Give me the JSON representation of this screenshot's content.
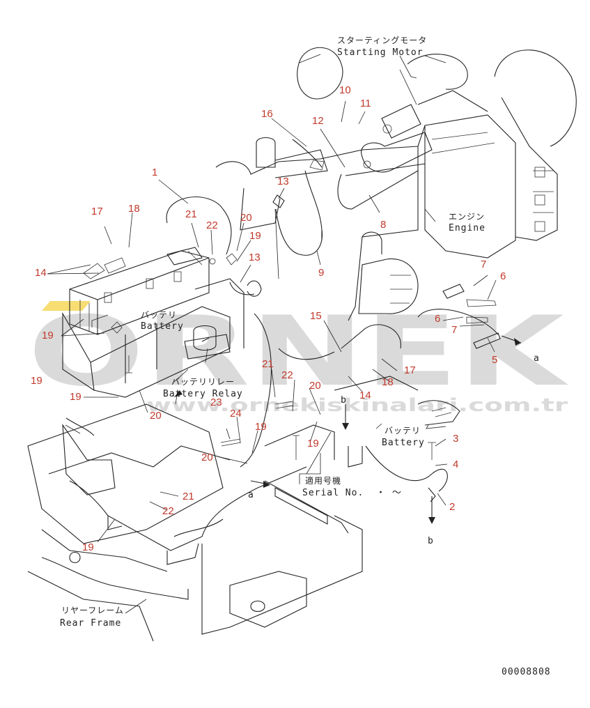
{
  "colors": {
    "line": "#222222",
    "callout": "#c0392b",
    "watermark": "#bdbdbd",
    "watermark_accent": "#f2c200",
    "background": "#ffffff"
  },
  "labels": {
    "starting_motor_jp": "スターティングモータ",
    "starting_motor_en": "Starting Motor",
    "engine_jp": "エンジン",
    "engine_en": "Engine",
    "battery_jp_1": "バッテリ",
    "battery_en_1": "Battery",
    "battery_relay_jp": "バッテリリレー",
    "battery_relay_en": "Battery Relay",
    "battery_jp_2": "バッテリ",
    "battery_en_2": "Battery",
    "serial_jp": "適用号機",
    "serial_en": "Serial No.",
    "serial_dash": "・ ～",
    "rear_frame_jp": "リヤーフレーム",
    "rear_frame_en": "Rear Frame",
    "ref_a_1": "a",
    "ref_a_2": "a",
    "ref_b_1": "b",
    "ref_b_2": "b",
    "drawing_number": "00008808"
  },
  "watermark": {
    "brand": "ORNEK",
    "site": "www.ornekiskinalari.com.tr"
  },
  "callouts": [
    {
      "id": "c1",
      "text": "1"
    },
    {
      "id": "c2",
      "text": "2"
    },
    {
      "id": "c3",
      "text": "3"
    },
    {
      "id": "c4",
      "text": "4"
    },
    {
      "id": "c5",
      "text": "5"
    },
    {
      "id": "c6a",
      "text": "6"
    },
    {
      "id": "c6b",
      "text": "6"
    },
    {
      "id": "c7a",
      "text": "7"
    },
    {
      "id": "c7b",
      "text": "7"
    },
    {
      "id": "c8",
      "text": "8"
    },
    {
      "id": "c9",
      "text": "9"
    },
    {
      "id": "c10",
      "text": "10"
    },
    {
      "id": "c11",
      "text": "11"
    },
    {
      "id": "c12",
      "text": "12"
    },
    {
      "id": "c13a",
      "text": "13"
    },
    {
      "id": "c13b",
      "text": "13"
    },
    {
      "id": "c14a",
      "text": "14"
    },
    {
      "id": "c14b",
      "text": "14"
    },
    {
      "id": "c15",
      "text": "15"
    },
    {
      "id": "c16",
      "text": "16"
    },
    {
      "id": "c17a",
      "text": "17"
    },
    {
      "id": "c17b",
      "text": "17"
    },
    {
      "id": "c18a",
      "text": "18"
    },
    {
      "id": "c18b",
      "text": "18"
    },
    {
      "id": "c19a",
      "text": "19"
    },
    {
      "id": "c19b",
      "text": "19"
    },
    {
      "id": "c19c",
      "text": "19"
    },
    {
      "id": "c19d",
      "text": "19"
    },
    {
      "id": "c19e",
      "text": "19"
    },
    {
      "id": "c19f",
      "text": "19"
    },
    {
      "id": "c19g",
      "text": "19"
    },
    {
      "id": "c19h",
      "text": "19"
    },
    {
      "id": "c20a",
      "text": "20"
    },
    {
      "id": "c20b",
      "text": "20"
    },
    {
      "id": "c20c",
      "text": "20"
    },
    {
      "id": "c20d",
      "text": "20"
    },
    {
      "id": "c21a",
      "text": "21"
    },
    {
      "id": "c21b",
      "text": "21"
    },
    {
      "id": "c21c",
      "text": "21"
    },
    {
      "id": "c22a",
      "text": "22"
    },
    {
      "id": "c22b",
      "text": "22"
    },
    {
      "id": "c22c",
      "text": "22"
    },
    {
      "id": "c23",
      "text": "23"
    },
    {
      "id": "c24",
      "text": "24"
    }
  ]
}
